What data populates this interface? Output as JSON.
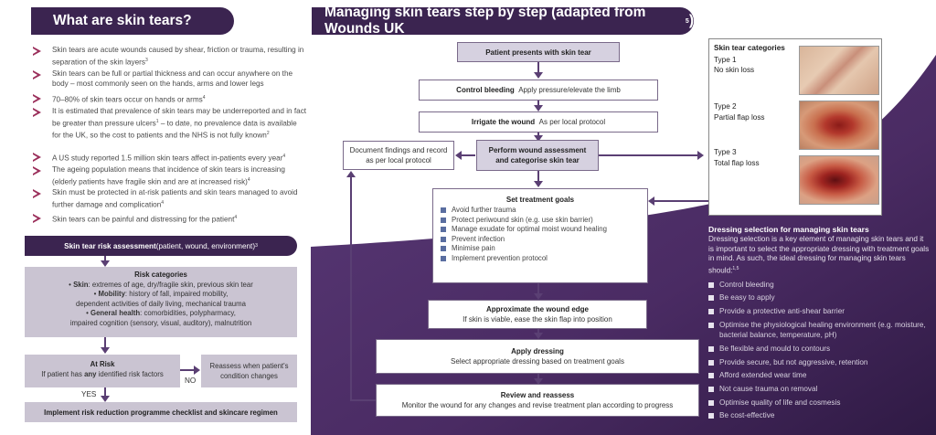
{
  "left": {
    "title": "What are skin tears?",
    "bullets": [
      {
        "text": "Skin tears are acute wounds caused by shear, friction or trauma, resulting in separation of the skin layers",
        "ref": "3"
      },
      {
        "text": "Skin tears can be full or partial thickness and can occur anywhere on the body – most commonly seen on the hands, arms and lower legs",
        "ref": ""
      },
      {
        "text": "70–80% of skin tears occur on hands or arms",
        "ref": "4"
      },
      {
        "text": "It is estimated that prevalence of skin tears may be underreported and in fact be greater than pressure ulcers",
        "ref": "1",
        "text2": " – to date, no prevalence data is available for the UK, so the cost to patients and the NHS is not fully known",
        "ref2": "2"
      },
      {
        "text": "A US study reported 1.5 million skin tears affect in-patients every year",
        "ref": "4"
      },
      {
        "text": "The ageing population means that incidence of skin tears is increasing (elderly patients have fragile skin and are at increased risk)",
        "ref": "4"
      },
      {
        "text": "Skin must be protected in at-risk patients and skin tears managed to avoid further damage and complication",
        "ref": "4"
      },
      {
        "text": "Skin tears can be painful and distressing for the patient",
        "ref": "4"
      }
    ],
    "risk_header": {
      "bold": "Skin tear risk assessment",
      "rest": " (patient, wound, environment)",
      "ref": "3"
    },
    "risk_categories": {
      "title": "Risk categories",
      "skin_label": "Skin",
      "skin_text": ": extremes of age, dry/fragile skin, previous skin tear",
      "mobility_label": "Mobility",
      "mobility_text": ": history of fall, impaired mobility,",
      "mobility_text2": "dependent activities of daily living, mechanical trauma",
      "health_label": "General health",
      "health_text": ": comorbidities, polypharmacy,",
      "health_text2": "impaired cognition (sensory, visual, auditory), malnutrition"
    },
    "at_risk": {
      "title": "At Risk",
      "line_a": "If patient has ",
      "line_b": "any",
      "line_c": " identified risk factors"
    },
    "reassess": "Reassess when patient's condition changes",
    "no_label": "NO",
    "yes_label": "YES",
    "implement": "Implement risk reduction programme checklist and skincare regimen"
  },
  "right": {
    "title": "Managing skin tears step by step (adapted from Wounds UK",
    "title_ref": "5",
    "title_end": ")",
    "presents": "Patient presents with skin tear",
    "control": {
      "bold": "Control bleeding",
      "rest": "Apply pressure/elevate the limb"
    },
    "irrigate": {
      "bold": "Irrigate the wound",
      "rest": "As per local protocol"
    },
    "document": "Document findings and record as per local protocol",
    "assess": "Perform wound assessment and categorise skin tear",
    "goals_title": "Set treatment goals",
    "goals": [
      "Avoid further trauma",
      "Protect periwound skin (e.g. use skin barrier)",
      "Manage exudate for optimal moist wound healing",
      "Prevent infection",
      "Minimise pain",
      "Implement prevention protocol"
    ],
    "approx": {
      "bold": "Approximate the wound edge",
      "rest": "If skin is viable, ease the skin flap into position"
    },
    "apply": {
      "bold": "Apply dressing",
      "rest": "Select appropriate dressing based on treatment goals"
    },
    "review": {
      "bold": "Review and reassess",
      "rest": "Monitor the wound for any changes and revise treatment plan according to progress"
    },
    "categories": {
      "title": "Skin tear categories",
      "items": [
        {
          "type": "Type 1",
          "desc": "No skin loss"
        },
        {
          "type": "Type 2",
          "desc": "Partial flap loss"
        },
        {
          "type": "Type 3",
          "desc": "Total flap loss"
        }
      ]
    },
    "dressing": {
      "title": "Dressing selection for managing skin tears",
      "intro": "Dressing selection is a key element of managing skin tears and it is important to select the appropriate dressing with treatment goals in mind. As such, the ideal dressing for managing skin tears should:",
      "intro_ref": "1,5",
      "items": [
        "Control bleeding",
        "Be easy to apply",
        "Provide a protective anti-shear barrier",
        "Optimise the physiological healing environment (e.g. moisture, bacterial balance, temperature, pH)",
        "Be flexible and mould to contours",
        "Provide secure, but not aggressive, retention",
        "Afford extended wear time",
        "Not cause trauma on removal",
        "Optimise quality of life and cosmesis",
        "Be cost-effective"
      ]
    }
  },
  "colors": {
    "header": "#3b2450",
    "arrow": "#9b2f5b",
    "lavender": "#d6d1e0",
    "line": "#5a3f73"
  }
}
